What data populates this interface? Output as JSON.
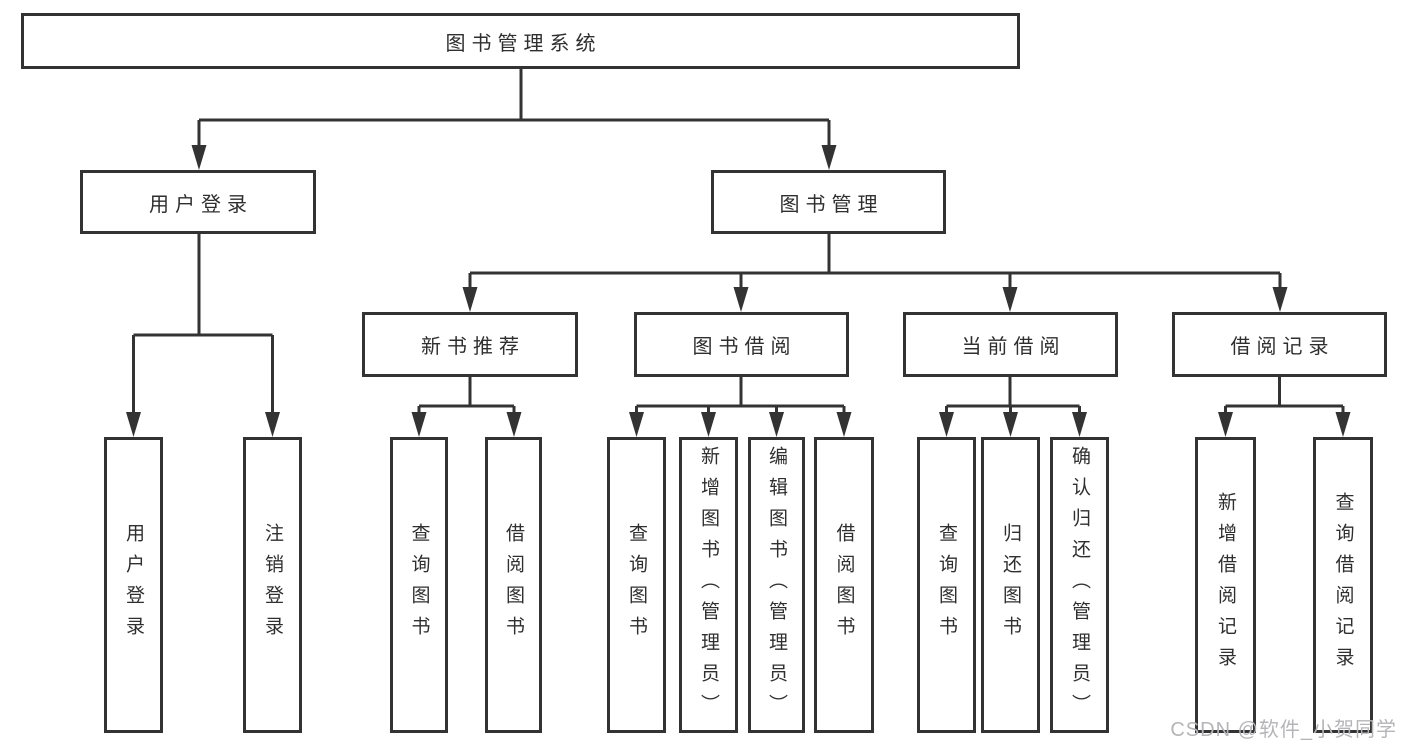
{
  "diagram": {
    "root": {
      "label": "图书管理系统"
    },
    "level2": [
      {
        "label": "用户登录"
      },
      {
        "label": "图书管理"
      }
    ],
    "level3": [
      {
        "label": "新书推荐",
        "parent": "图书管理"
      },
      {
        "label": "图书借阅",
        "parent": "图书管理"
      },
      {
        "label": "当前借阅",
        "parent": "图书管理"
      },
      {
        "label": "借阅记录",
        "parent": "图书管理"
      }
    ],
    "leaves": [
      {
        "label": "用户登录",
        "parent": "用户登录"
      },
      {
        "label": "注销登录",
        "parent": "用户登录"
      },
      {
        "label": "查询图书",
        "parent": "新书推荐"
      },
      {
        "label": "借阅图书",
        "parent": "新书推荐"
      },
      {
        "label": "查询图书",
        "parent": "图书借阅"
      },
      {
        "label": "新增图书（管理员）",
        "parent": "图书借阅"
      },
      {
        "label": "编辑图书（管理员）",
        "parent": "图书借阅"
      },
      {
        "label": "借阅图书",
        "parent": "图书借阅"
      },
      {
        "label": "查询图书",
        "parent": "当前借阅"
      },
      {
        "label": "归还图书",
        "parent": "当前借阅"
      },
      {
        "label": "确认归还（管理员）",
        "parent": "当前借阅"
      },
      {
        "label": "新增借阅记录",
        "parent": "借阅记录"
      },
      {
        "label": "查询借阅记录",
        "parent": "借阅记录"
      }
    ]
  },
  "watermark": {
    "text": "CSDN @软件_小贺同学"
  },
  "colors": {
    "line": "#333333",
    "box_fill": "#ffffff",
    "text": "#2f2f2f",
    "watermark": "#b5b5b8",
    "background": "#ffffff"
  }
}
